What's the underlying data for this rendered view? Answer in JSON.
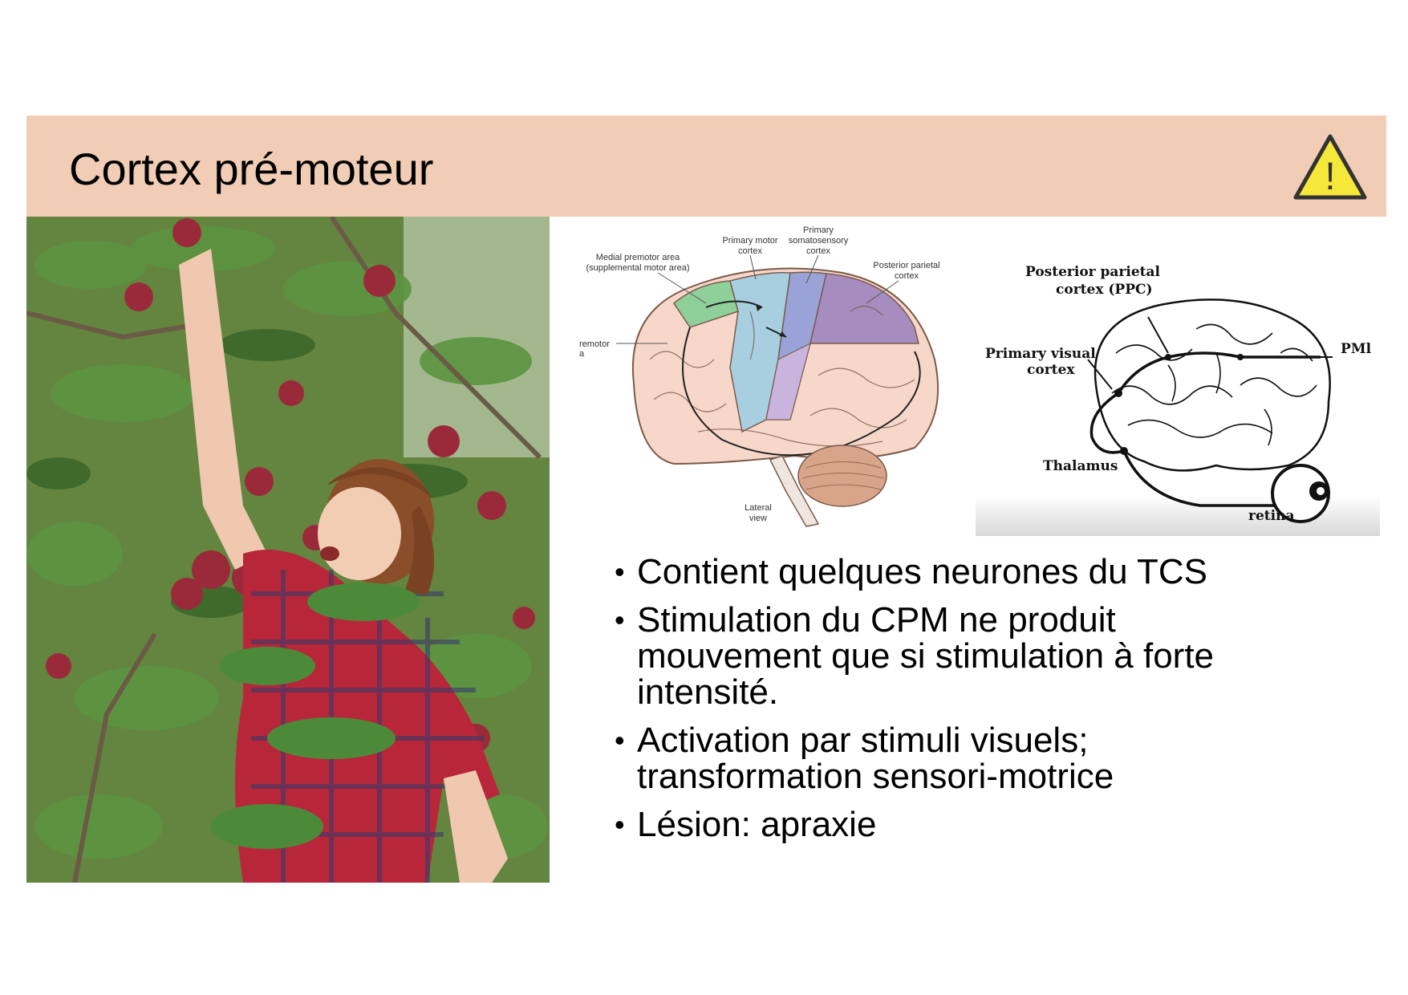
{
  "slide": {
    "title": "Cortex pré-moteur",
    "warning_icon": "warning-triangle-icon",
    "warning_mark": "!",
    "bullet_symbol": "•",
    "bullets": [
      "Contient quelques neurones du TCS",
      "Stimulation du CPM ne produit mouvement que si stimulation à forte intensité.",
      "Activation par stimuli visuels; transformation sensori-motrice",
      "Lésion: apraxie"
    ]
  },
  "brain_figure_1": {
    "labels": {
      "medial_premotor_1": "Medial premotor area",
      "medial_premotor_2": "(supplemental motor area)",
      "primary_motor_1": "Primary motor",
      "primary_motor_2": "cortex",
      "primary_somato_1": "Primary",
      "primary_somato_2": "somatosensory",
      "primary_somato_3": "cortex",
      "posterior_parietal_1": "Posterior parietal",
      "posterior_parietal_2": "cortex",
      "lateral_premotor_1": "remotor",
      "lateral_premotor_2": "a",
      "lateral_view_1": "Lateral",
      "lateral_view_2": "view"
    },
    "colors": {
      "premotor": "#8fcf9a",
      "motor": "#a8cfe0",
      "somatosensory": "#9aa3d8",
      "parietal": "#a78cc0",
      "cortex": "#f6d7c9",
      "cerebellum": "#d9a58a"
    }
  },
  "brain_figure_2": {
    "labels": {
      "ppc_1": "Posterior parietal",
      "ppc_2": "cortex (PPC)",
      "visual_1": "Primary visual",
      "visual_2": "cortex",
      "pmi": "PMl",
      "thalamus": "Thalamus",
      "retina": "retina"
    }
  },
  "photo": {
    "icon": "photo-woman-apple-tree"
  },
  "colors": {
    "title_band": "#f0cdb4",
    "warning_fill": "#f6e83a"
  }
}
